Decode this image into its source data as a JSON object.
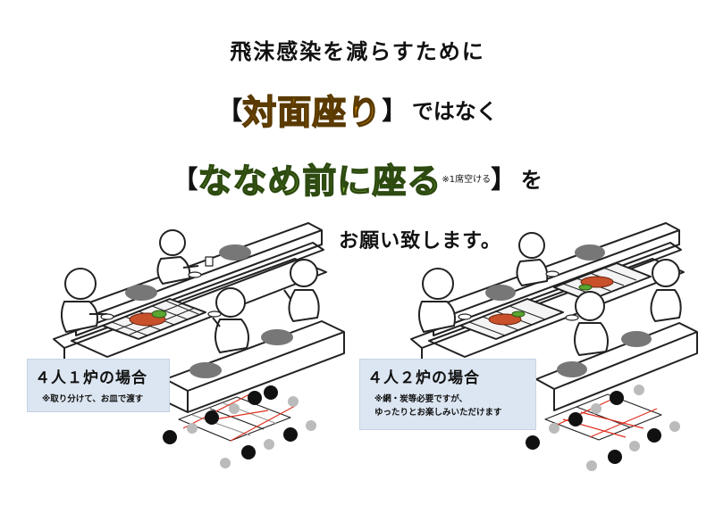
{
  "headline": {
    "line1": "飛沫感染を減らすために",
    "line2_open": "【",
    "line2_emph": "対面座り",
    "line2_close": "】",
    "line2_rest": "ではなく",
    "line3_open": "【",
    "line3_emph": "ななめ前に座る",
    "line3_note": "※1席空ける",
    "line3_close": "】",
    "line3_rest": "を",
    "line4": "お願い致します。"
  },
  "cases": [
    {
      "title": "４人１炉の場合",
      "notes": [
        "※取り分けて、お皿で渡す"
      ]
    },
    {
      "title": "４人２炉の場合",
      "notes": [
        "※網・炭等必要ですが、",
        "ゆったりとお楽しみいただけます"
      ]
    }
  ],
  "colors": {
    "emphasis_orange": "#f0a00c",
    "emphasis_green": "#8cc540",
    "box_background": "#dce6f2",
    "seat_black": "#111111",
    "seat_gray": "#bbbbbb",
    "guide_line_red": "#e03020"
  },
  "icons": [
    "person-figure",
    "grill-grate",
    "seat-dot",
    "cushion"
  ]
}
